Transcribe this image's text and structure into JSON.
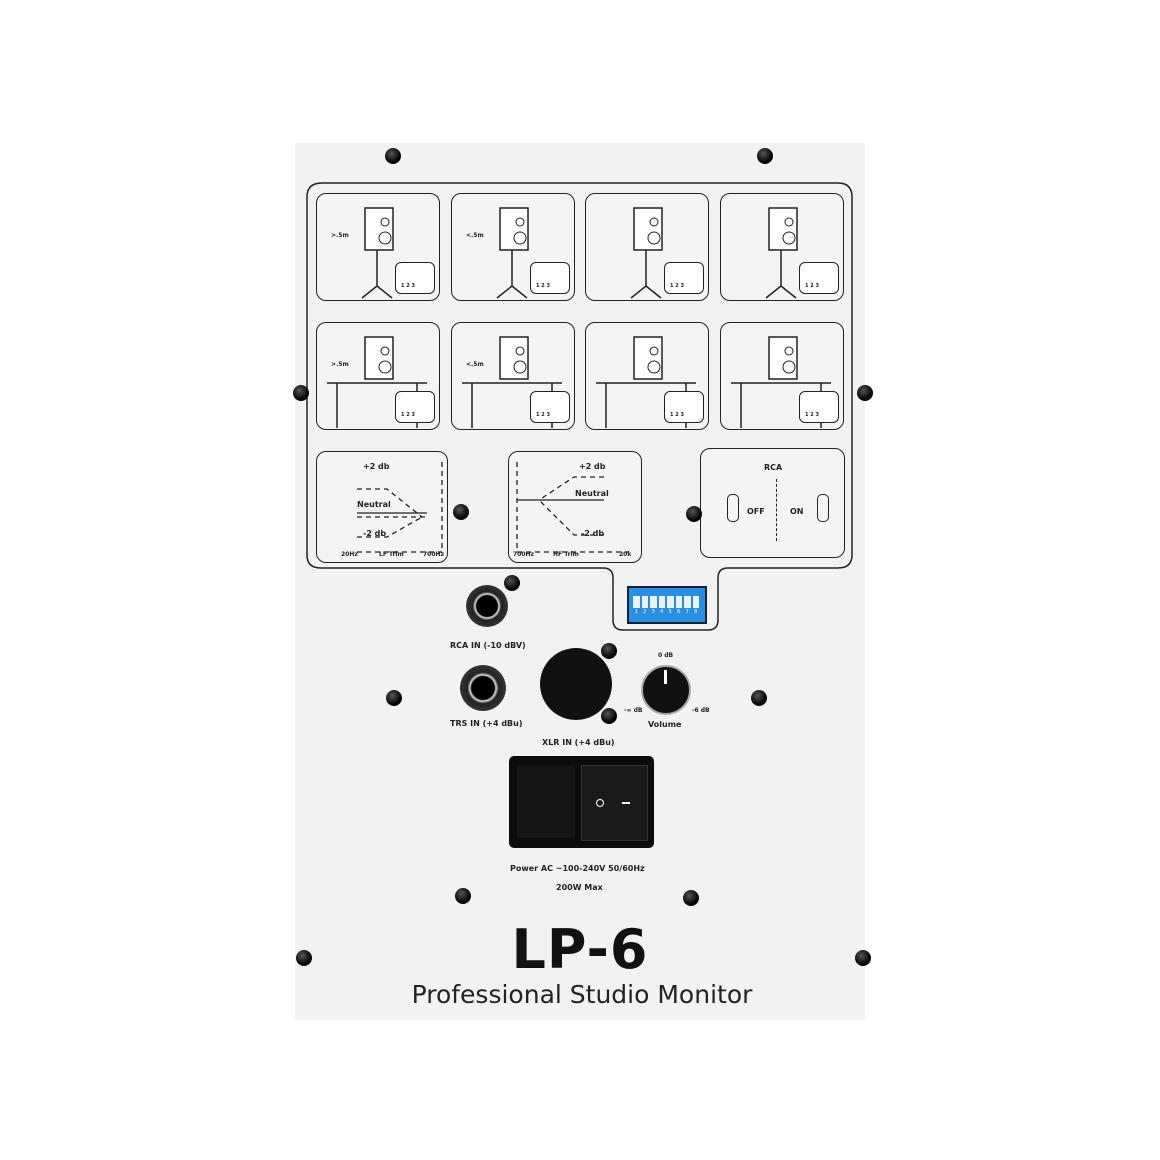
{
  "placement_cells": [
    {
      "distance_label": ">.5m",
      "switch_numbers": "1 2 3"
    },
    {
      "distance_label": "<.5m",
      "switch_numbers": "1 2 3"
    },
    {
      "distance_label": "",
      "switch_numbers": "1 2 3"
    },
    {
      "distance_label": "",
      "switch_numbers": "1 2 3"
    },
    {
      "distance_label": ">.5m",
      "switch_numbers": "1 2 3"
    },
    {
      "distance_label": "<.5m",
      "switch_numbers": "1 2 3"
    },
    {
      "distance_label": "",
      "switch_numbers": "1 2 3"
    },
    {
      "distance_label": "",
      "switch_numbers": "1 2 3"
    }
  ],
  "lf_trim": {
    "plus": "+2 db",
    "neutral": "Neutral",
    "minus": "-2 db",
    "low": "20Hz",
    "title": "LF Trim",
    "high": "700Hz"
  },
  "hf_trim": {
    "plus": "+2 db",
    "neutral": "Neutral",
    "minus": "-2 db",
    "low": "700Hz",
    "title": "HF Trim",
    "high": "20k"
  },
  "rca": {
    "title": "RCA",
    "off": "OFF",
    "on": "ON"
  },
  "dip_switch": {
    "numbers": [
      "1",
      "2",
      "3",
      "4",
      "5",
      "6",
      "7",
      "8"
    ],
    "color": "#2a8fe0"
  },
  "inputs": {
    "rca": "RCA IN (-10 dBV)",
    "trs": "TRS IN (+4 dBu)",
    "xlr": "XLR IN (+4 dBu)"
  },
  "volume": {
    "label": "Volume",
    "max": "0 dB",
    "min": "-∞ dB",
    "mid": "-6 dB"
  },
  "power": {
    "line1": "Power AC ~100-240V 50/60Hz",
    "line2": "200W Max"
  },
  "brand": {
    "model": "LP-6",
    "subtitle": "Professional Studio Monitor"
  }
}
